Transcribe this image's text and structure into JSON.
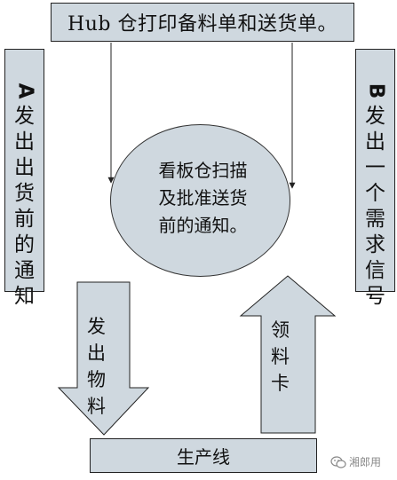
{
  "top_box": {
    "text": "Hub 仓打印备料单和送货单。"
  },
  "left_box": {
    "chars": [
      "A",
      "发",
      "出",
      "出",
      "货",
      "前",
      "的",
      "通",
      "知"
    ]
  },
  "right_box": {
    "chars": [
      "B",
      "发",
      "出",
      "一",
      "个",
      "需",
      "求",
      "信",
      "号"
    ]
  },
  "center": {
    "lines": [
      "看板仓扫描",
      "及批准送货",
      "前的通知。"
    ]
  },
  "down_arrow": {
    "chars": [
      "发",
      "出",
      "物",
      "料"
    ]
  },
  "up_arrow": {
    "chars": [
      "领",
      "料",
      "卡"
    ]
  },
  "bottom_box": {
    "text": "生产线"
  },
  "watermark": {
    "icon": "wechat-icon",
    "text": "湘郎用"
  },
  "colors": {
    "box_fill": "#cfd8df",
    "border": "#222222",
    "text": "#111111",
    "watermark": "#888888"
  }
}
